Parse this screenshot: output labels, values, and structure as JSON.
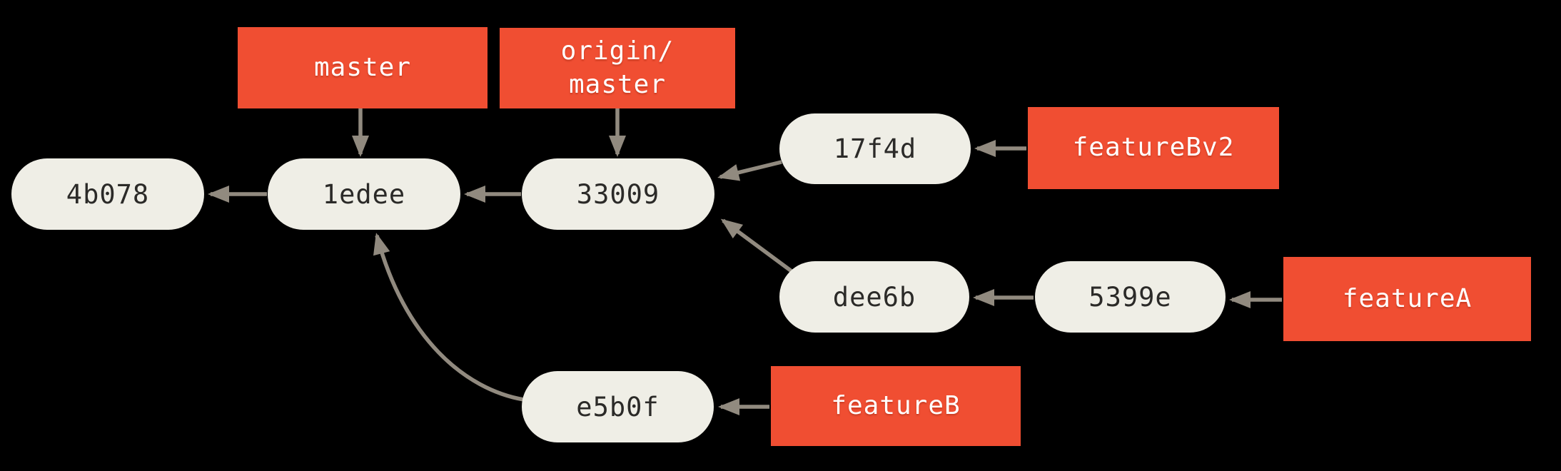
{
  "title": "Git commit history diagram",
  "colors": {
    "background": "#000000",
    "commit_fill": "#EFEEE6",
    "commit_text": "#2B2A28",
    "branch_fill": "#F04E32",
    "branch_text": "#FFFFFF",
    "arrow": "#918A7F"
  },
  "commits": {
    "4b078": "4b078",
    "1edee": "1edee",
    "33009": "33009",
    "17f4d": "17f4d",
    "dee6b": "dee6b",
    "5399e": "5399e",
    "e5b0f": "e5b0f"
  },
  "branches": {
    "master": "master",
    "origin_master": [
      "origin/",
      "master"
    ],
    "featureBv2": "featureBv2",
    "featureA": "featureA",
    "featureB": "featureB"
  },
  "graph": {
    "type": "git-commit-dag",
    "parent_edges": [
      {
        "from": "1edee",
        "to": "4b078"
      },
      {
        "from": "33009",
        "to": "1edee"
      },
      {
        "from": "17f4d",
        "to": "33009"
      },
      {
        "from": "dee6b",
        "to": "33009"
      },
      {
        "from": "5399e",
        "to": "dee6b"
      },
      {
        "from": "e5b0f",
        "to": "1edee"
      }
    ],
    "branch_pointers": [
      {
        "label": "master",
        "to": "1edee"
      },
      {
        "label": "origin/master",
        "to": "33009"
      },
      {
        "label": "featureBv2",
        "to": "17f4d"
      },
      {
        "label": "featureA",
        "to": "5399e"
      },
      {
        "label": "featureB",
        "to": "e5b0f"
      }
    ]
  }
}
